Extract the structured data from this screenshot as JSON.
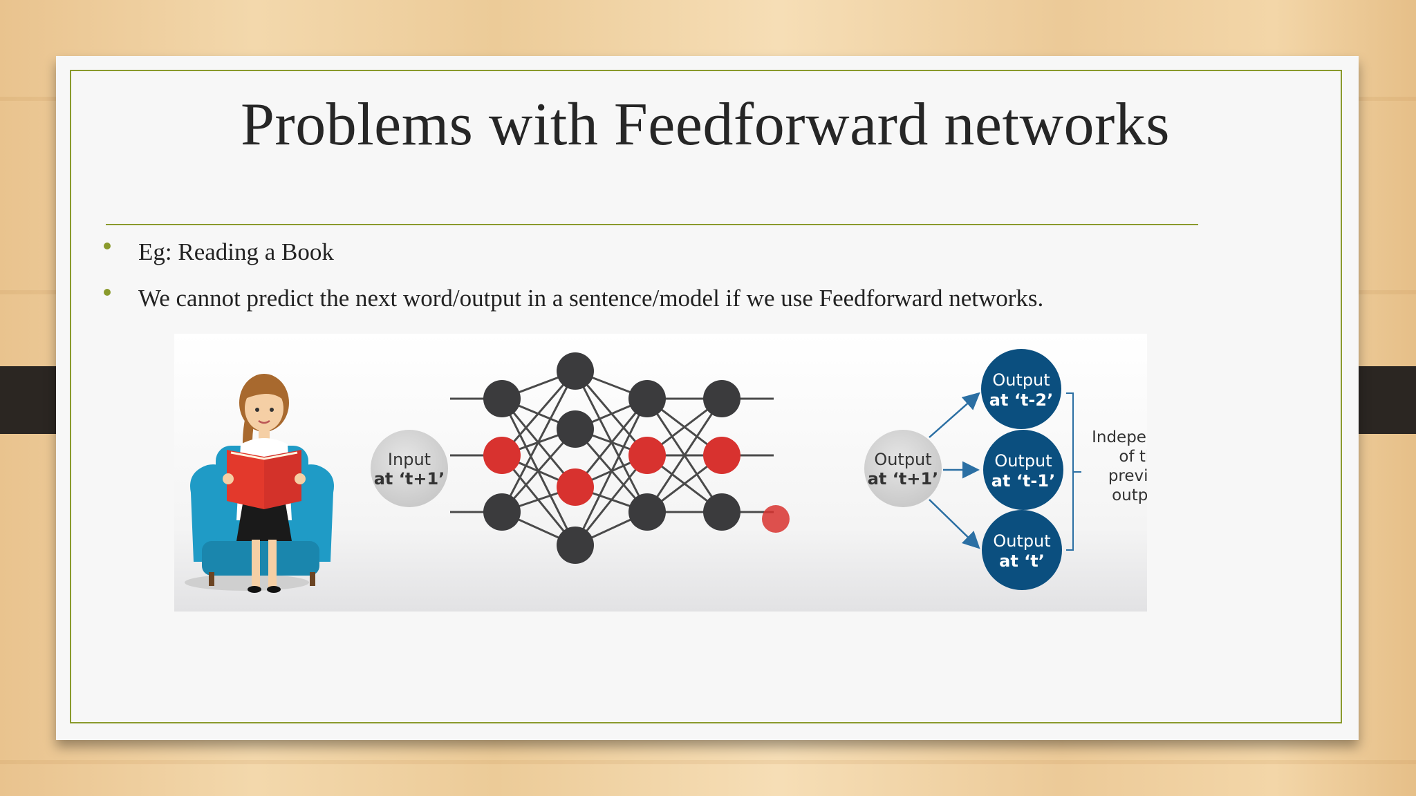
{
  "slide": {
    "title": "Problems with Feedforward networks",
    "bullets": [
      "Eg: Reading a Book",
      "We cannot predict the next word/output in a sentence/model if  we use Feedforward networks."
    ]
  },
  "diagram": {
    "input_label_line1": "Input",
    "input_label_line2": "at ‘t+1’",
    "output_label_line1": "Output",
    "output_label_line2": "at ‘t+1’",
    "outputs": [
      {
        "line1": "Output",
        "line2": "at ‘t-2’"
      },
      {
        "line1": "Output",
        "line2": "at ‘t-1’"
      },
      {
        "line1": "Output",
        "line2": "at ‘t’"
      }
    ],
    "independent_text": [
      "Independent",
      "of the",
      "previous",
      "outputs"
    ],
    "colors": {
      "node_dark": "#3b3b3d",
      "node_red": "#d8322f",
      "output_blue": "#0b4f7f",
      "input_grey": "#d6d6d6",
      "frame_green": "#8a9a2c"
    }
  }
}
